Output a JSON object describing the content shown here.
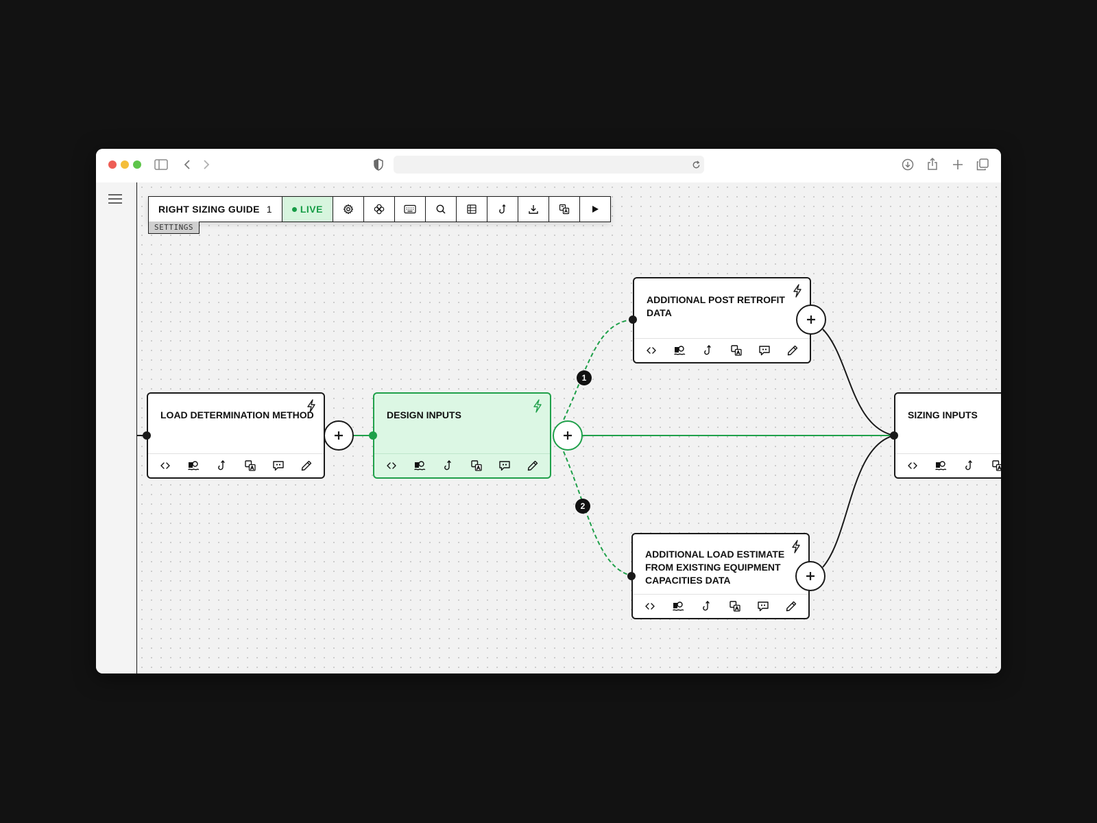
{
  "toolbar": {
    "title": "RIGHT SIZING GUIDE",
    "version": "1",
    "live_label": "LIVE",
    "buttons": [
      "gear-icon",
      "flower-icon",
      "keyboard-icon",
      "search-icon",
      "table-icon",
      "hook-icon",
      "download-icon",
      "translate-icon",
      "play-icon"
    ]
  },
  "settings_tab": "SETTINGS",
  "nodes": {
    "load": {
      "title": "LOAD DETERMINATION METHOD"
    },
    "design": {
      "title": "DESIGN INPUTS"
    },
    "post_retrofit": {
      "title": "ADDITIONAL POST RETROFIT DATA"
    },
    "load_estimate": {
      "title": "ADDITIONAL LOAD ESTIMATE FROM EXISTING EQUIPMENT CAPACITIES DATA"
    },
    "sizing": {
      "title": "SIZING INPUTS"
    }
  },
  "node_footer_icons": [
    "code-icon",
    "data-icon",
    "hook-icon",
    "translate-icon",
    "comment-icon",
    "edit-icon"
  ],
  "branches": {
    "first": "1",
    "second": "2"
  },
  "colors": {
    "accent": "#1fa04a",
    "accent_bg": "#dcf7e4",
    "ink": "#1a1a1a"
  }
}
